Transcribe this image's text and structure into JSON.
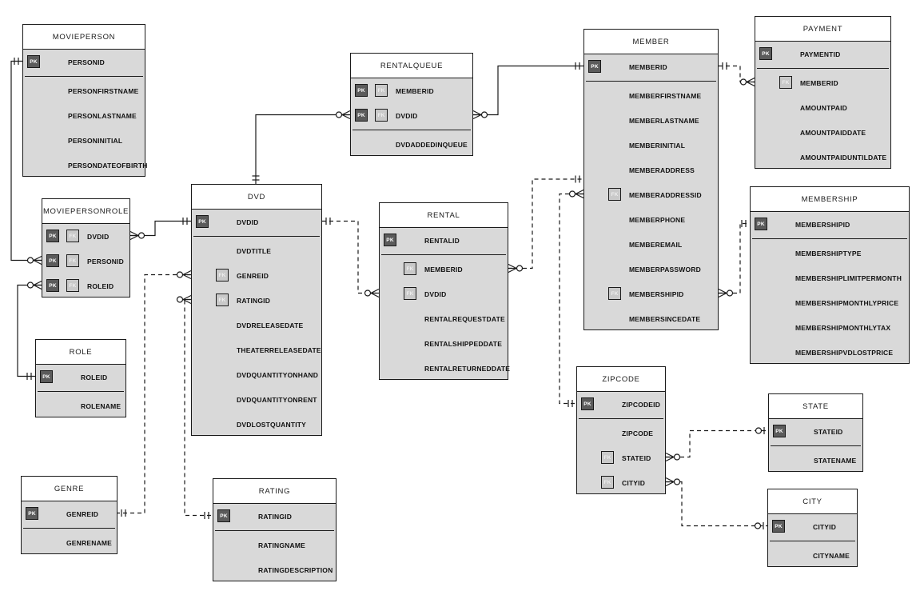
{
  "badges": {
    "pk": "PK",
    "fk": "FK"
  },
  "colors": {
    "background": "#ffffff",
    "border": "#1a1a1a",
    "line": "#1a1a1a",
    "header_fill": "#ffffff",
    "body_fill": "#d9d9d9",
    "pk_fill": "#5b5b5b",
    "pk_text": "#ffffff",
    "fk_fill": "#c9c9c9",
    "fk_text": "#eeeeee"
  },
  "diagram": {
    "tables": [
      {
        "name": "MOVIEPERSON",
        "columns": [
          {
            "label": "PERSONID",
            "pk": true,
            "fk": false
          },
          {
            "label": "PERSONFIRSTNAME",
            "pk": false,
            "fk": false
          },
          {
            "label": "PERSONLASTNAME",
            "pk": false,
            "fk": false
          },
          {
            "label": "PERSONINITIAL",
            "pk": false,
            "fk": false
          },
          {
            "label": "PERSONDATEOFBIRTH",
            "pk": false,
            "fk": false
          }
        ]
      },
      {
        "name": "MOVIEPERSONROLE",
        "columns": [
          {
            "label": "DVDID",
            "pk": true,
            "fk": true
          },
          {
            "label": "PERSONID",
            "pk": true,
            "fk": true
          },
          {
            "label": "ROLEID",
            "pk": true,
            "fk": true
          }
        ]
      },
      {
        "name": "ROLE",
        "columns": [
          {
            "label": "ROLEID",
            "pk": true,
            "fk": false
          },
          {
            "label": "ROLENAME",
            "pk": false,
            "fk": false
          }
        ]
      },
      {
        "name": "GENRE",
        "columns": [
          {
            "label": "GENREID",
            "pk": true,
            "fk": false
          },
          {
            "label": "GENRENAME",
            "pk": false,
            "fk": false
          }
        ]
      },
      {
        "name": "DVD",
        "columns": [
          {
            "label": "DVDID",
            "pk": true,
            "fk": false
          },
          {
            "label": "DVDTITLE",
            "pk": false,
            "fk": false
          },
          {
            "label": "GENREID",
            "pk": false,
            "fk": true
          },
          {
            "label": "RATINGID",
            "pk": false,
            "fk": true
          },
          {
            "label": "DVDRELEASEDATE",
            "pk": false,
            "fk": false
          },
          {
            "label": "THEATERRELEASEDATE",
            "pk": false,
            "fk": false
          },
          {
            "label": "DVDQUANTITYONHAND",
            "pk": false,
            "fk": false
          },
          {
            "label": "DVDQUANTITYONRENT",
            "pk": false,
            "fk": false
          },
          {
            "label": "DVDLOSTQUANTITY",
            "pk": false,
            "fk": false
          }
        ]
      },
      {
        "name": "RATING",
        "columns": [
          {
            "label": "RATINGID",
            "pk": true,
            "fk": false
          },
          {
            "label": "RATINGNAME",
            "pk": false,
            "fk": false
          },
          {
            "label": "RATINGDESCRIPTION",
            "pk": false,
            "fk": false
          }
        ]
      },
      {
        "name": "RENTALQUEUE",
        "columns": [
          {
            "label": "MEMBERID",
            "pk": true,
            "fk": true
          },
          {
            "label": "DVDID",
            "pk": true,
            "fk": true
          },
          {
            "label": "DVDADDEDINQUEUE",
            "pk": false,
            "fk": false
          }
        ]
      },
      {
        "name": "RENTAL",
        "columns": [
          {
            "label": "RENTALID",
            "pk": true,
            "fk": false
          },
          {
            "label": "MEMBERID",
            "pk": false,
            "fk": true
          },
          {
            "label": "DVDID",
            "pk": false,
            "fk": true
          },
          {
            "label": "RENTALREQUESTDATE",
            "pk": false,
            "fk": false
          },
          {
            "label": "RENTALSHIPPEDDATE",
            "pk": false,
            "fk": false
          },
          {
            "label": "RENTALRETURNEDDATE",
            "pk": false,
            "fk": false
          }
        ]
      },
      {
        "name": "MEMBER",
        "columns": [
          {
            "label": "MEMBERID",
            "pk": true,
            "fk": false
          },
          {
            "label": "MEMBERFIRSTNAME",
            "pk": false,
            "fk": false
          },
          {
            "label": "MEMBERLASTNAME",
            "pk": false,
            "fk": false
          },
          {
            "label": "MEMBERINITIAL",
            "pk": false,
            "fk": false
          },
          {
            "label": "MEMBERADDRESS",
            "pk": false,
            "fk": false
          },
          {
            "label": "MEMBERADDRESSID",
            "pk": false,
            "fk": true
          },
          {
            "label": "MEMBERPHONE",
            "pk": false,
            "fk": false
          },
          {
            "label": "MEMBEREMAIL",
            "pk": false,
            "fk": false
          },
          {
            "label": "MEMBERPASSWORD",
            "pk": false,
            "fk": false
          },
          {
            "label": "MEMBERSHIPID",
            "pk": false,
            "fk": true
          },
          {
            "label": "MEMBERSINCEDATE",
            "pk": false,
            "fk": false
          }
        ]
      },
      {
        "name": "PAYMENT",
        "columns": [
          {
            "label": "PAYMENTID",
            "pk": true,
            "fk": false
          },
          {
            "label": "MEMBERID",
            "pk": false,
            "fk": true
          },
          {
            "label": "AMOUNTPAID",
            "pk": false,
            "fk": false
          },
          {
            "label": "AMOUNTPAIDDATE",
            "pk": false,
            "fk": false
          },
          {
            "label": "AMOUNTPAIDUNTILDATE",
            "pk": false,
            "fk": false
          }
        ]
      },
      {
        "name": "MEMBERSHIP",
        "columns": [
          {
            "label": "MEMBERSHIPID",
            "pk": true,
            "fk": false
          },
          {
            "label": "MEMBERSHIPTYPE",
            "pk": false,
            "fk": false
          },
          {
            "label": "MEMBERSHIPLIMITPERMONTH",
            "pk": false,
            "fk": false
          },
          {
            "label": "MEMBERSHIPMONTHLYPRICE",
            "pk": false,
            "fk": false
          },
          {
            "label": "MEMBERSHIPMONTHLYTAX",
            "pk": false,
            "fk": false
          },
          {
            "label": "MEMBERSHIPVDLOSTPRICE",
            "pk": false,
            "fk": false
          }
        ]
      },
      {
        "name": "ZIPCODE",
        "columns": [
          {
            "label": "ZIPCODEID",
            "pk": true,
            "fk": false
          },
          {
            "label": "ZIPCODE",
            "pk": false,
            "fk": false
          },
          {
            "label": "STATEID",
            "pk": false,
            "fk": true
          },
          {
            "label": "CITYID",
            "pk": false,
            "fk": true
          }
        ]
      },
      {
        "name": "STATE",
        "columns": [
          {
            "label": "STATEID",
            "pk": true,
            "fk": false
          },
          {
            "label": "STATENAME",
            "pk": false,
            "fk": false
          }
        ]
      },
      {
        "name": "CITY",
        "columns": [
          {
            "label": "CITYID",
            "pk": true,
            "fk": false
          },
          {
            "label": "CITYNAME",
            "pk": false,
            "fk": false
          }
        ]
      }
    ],
    "relationships": [
      {
        "from": "MOVIEPERSON.PERSONID",
        "from_card": "one",
        "to": "MOVIEPERSONROLE.PERSONID",
        "to_card": "many",
        "style": "solid"
      },
      {
        "from": "MOVIEPERSONROLE.ROLEID",
        "from_card": "many",
        "to": "ROLE.ROLEID",
        "to_card": "one",
        "style": "solid"
      },
      {
        "from": "MOVIEPERSONROLE.DVDID",
        "from_card": "many",
        "to": "DVD.DVDID",
        "to_card": "one",
        "style": "solid"
      },
      {
        "from": "RENTALQUEUE.DVDID",
        "from_card": "many",
        "to": "DVD.DVDID",
        "to_card": "one",
        "style": "solid"
      },
      {
        "from": "RENTALQUEUE.MEMBERID",
        "from_card": "many",
        "to": "MEMBER.MEMBERID",
        "to_card": "one",
        "style": "solid"
      },
      {
        "from": "DVD.GENREID",
        "from_card": "many",
        "to": "GENRE.GENREID",
        "to_card": "one",
        "style": "dashed"
      },
      {
        "from": "DVD.RATINGID",
        "from_card": "many",
        "to": "RATING.RATINGID",
        "to_card": "one",
        "style": "dashed"
      },
      {
        "from": "DVD.DVDID",
        "from_card": "one",
        "to": "RENTAL.DVDID",
        "to_card": "many",
        "style": "dashed"
      },
      {
        "from": "RENTAL.MEMBERID",
        "from_card": "many",
        "to": "MEMBER.MEMBERID",
        "to_card": "one",
        "style": "dashed"
      },
      {
        "from": "MEMBER.MEMBERADDRESSID",
        "from_card": "many",
        "to": "ZIPCODE.ZIPCODEID",
        "to_card": "one",
        "style": "dashed"
      },
      {
        "from": "MEMBER.MEMBERID",
        "from_card": "one",
        "to": "PAYMENT.MEMBERID",
        "to_card": "many",
        "style": "dashed"
      },
      {
        "from": "MEMBER.MEMBERSHIPID",
        "from_card": "many",
        "to": "MEMBERSHIP.MEMBERSHIPID",
        "to_card": "one",
        "style": "dashed"
      },
      {
        "from": "ZIPCODE.STATEID",
        "from_card": "many",
        "to": "STATE.STATEID",
        "to_card": "zero-one",
        "style": "dashed"
      },
      {
        "from": "ZIPCODE.CITYID",
        "from_card": "many",
        "to": "CITY.CITYID",
        "to_card": "zero-one",
        "style": "dashed"
      }
    ]
  }
}
